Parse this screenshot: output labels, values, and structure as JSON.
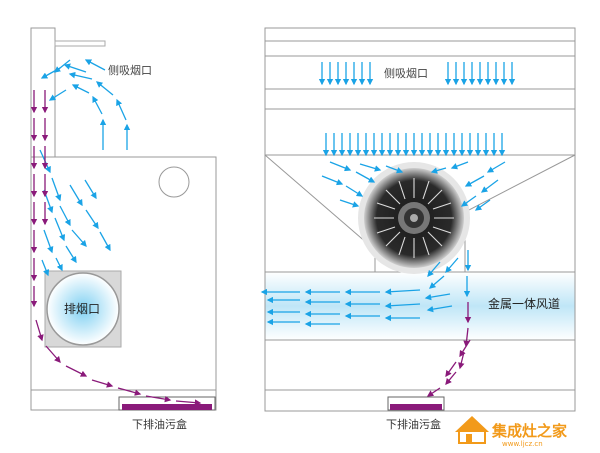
{
  "left_panel": {
    "side_suction_label": "侧吸烟口",
    "exhaust_label": "排烟口",
    "oil_box_label": "下排油污盒"
  },
  "right_panel": {
    "side_suction_label": "侧吸烟口",
    "duct_label": "金属一体风道",
    "oil_box_label": "下排油污盒"
  },
  "watermark": {
    "brand": "集成灶之家",
    "url": "www.ljcz.cn"
  },
  "colors": {
    "airflow_blue": "#1aa3e6",
    "oil_purple": "#8a1a7a",
    "outline": "#888888",
    "duct_glow": "#bfe6f7",
    "watermark": "#f29a1a"
  }
}
